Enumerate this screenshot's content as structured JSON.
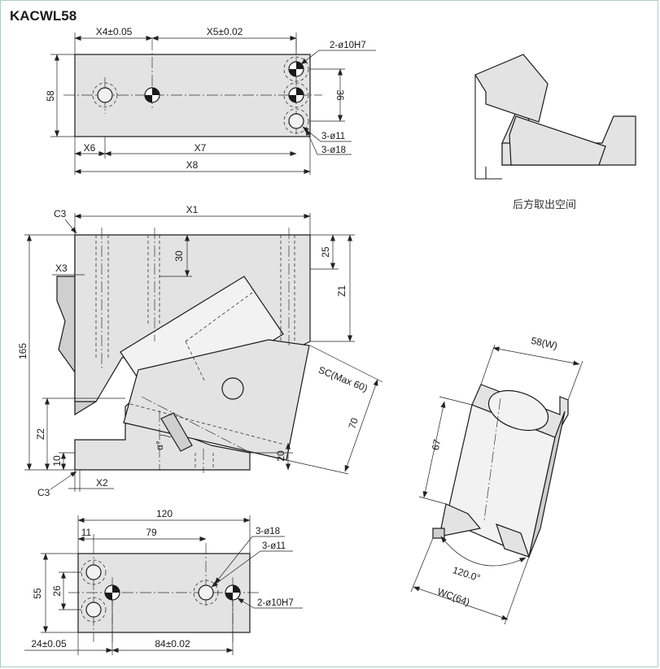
{
  "title": "KACWL58",
  "caption": "后方取出空间",
  "top_view": {
    "d_x4": "X4±0.05",
    "d_x5": "X5±0.02",
    "d_58": "58",
    "d_36": "36",
    "d_x6": "X6",
    "d_x7": "X7",
    "d_x8": "X8",
    "note_pin": "2-ø10H7",
    "note_hole11": "3-ø11",
    "note_hole18": "3-ø18"
  },
  "front_view": {
    "d_c3_top": "C3",
    "d_x1": "X1",
    "d_x3": "X3",
    "d_30": "30",
    "d_25": "25",
    "d_z1": "Z1",
    "d_165": "165",
    "d_sc": "SC(Max 60)",
    "d_70": "70",
    "d_z2": "Z2",
    "d_alpha": "α°",
    "d_20": "20",
    "d_10": "10",
    "d_c3_bottom": "C3",
    "d_x2": "X2"
  },
  "bottom_view": {
    "d_120": "120",
    "d_11": "11",
    "d_79": "79",
    "d_55": "55",
    "d_26": "26",
    "d_24": "24±0.05",
    "d_84": "84±0.02",
    "note_hole18": "3-ø18",
    "note_hole11": "3-ø11",
    "note_pin": "2-ø10H7"
  },
  "iso_view": {
    "d_58w": "58(W)",
    "d_67": "67",
    "d_angle": "120.0°",
    "d_wc": "WC(64)"
  }
}
